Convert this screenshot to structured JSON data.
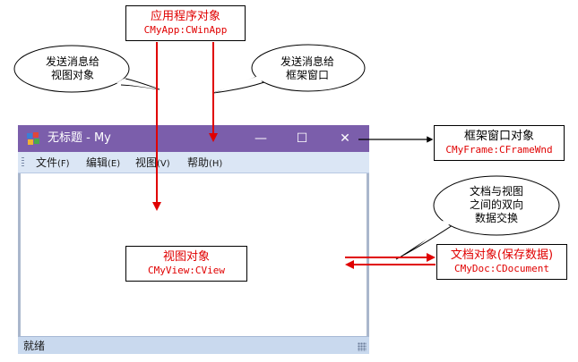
{
  "app_object": {
    "label": "应用程序对象",
    "class": "CMyApp:CWinApp"
  },
  "frame_object": {
    "label": "框架窗口对象",
    "class": "CMyFrame:CFrameWnd"
  },
  "view_object": {
    "label": "视图对象",
    "class": "CMyView:CView"
  },
  "doc_object": {
    "label": "文档对象(保存数据)",
    "class": "CMyDoc:CDocument"
  },
  "bubbles": {
    "to_view": {
      "line1": "发送消息给",
      "line2": "视图对象"
    },
    "to_frame": {
      "line1": "发送消息给",
      "line2": "框架窗口"
    },
    "doc_view": {
      "line1": "文档与视图",
      "line2": "之间的双向",
      "line3": "数据交换"
    }
  },
  "window": {
    "title": "无标题 - My",
    "controls": {
      "minimize": "—",
      "maximize": "☐",
      "close": "✕"
    },
    "menus": [
      {
        "label": "文件",
        "accel": "(F)"
      },
      {
        "label": "编辑",
        "accel": "(E)"
      },
      {
        "label": "视图",
        "accel": "(V)"
      },
      {
        "label": "帮助",
        "accel": "(H)"
      }
    ],
    "status": "就绪"
  },
  "colors": {
    "arrow": "#e00000",
    "titlebar": "#7b5eab",
    "menubar": "#dbe6f5",
    "statusbar": "#c9d9ee"
  }
}
